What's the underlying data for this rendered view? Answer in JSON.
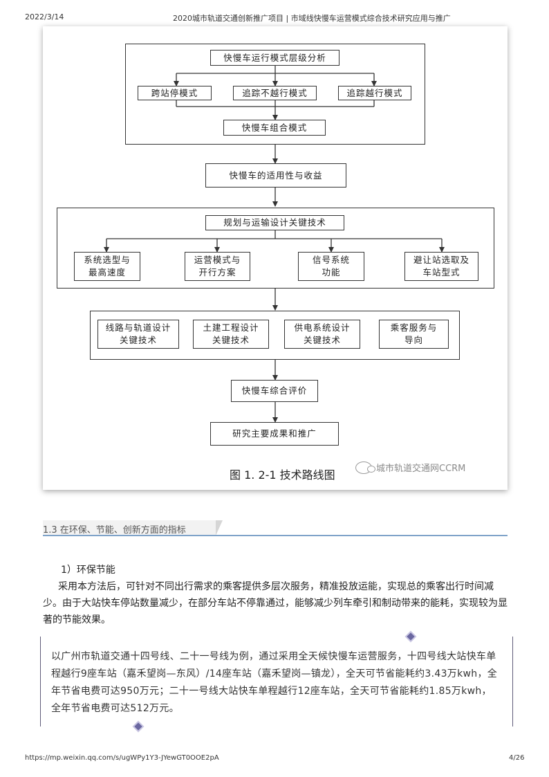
{
  "page_header": {
    "date": "2022/3/14",
    "title": "2020城市轨道交通创新推广项目 | 市域线快慢车运营模式综合技术研究应用与推广"
  },
  "page_footer": {
    "url": "https://mp.weixin.qq.com/s/ugWPy1Y3-JYewGT0OOE2pA",
    "page": "4/26"
  },
  "figure": {
    "nodes": {
      "hierarchy": "快慢车运行模式层级分析",
      "skip_stop": "跨站停模式",
      "track_no_overtake": "追踪不越行模式",
      "track_overtake": "追踪越行模式",
      "combined": "快慢车组合模式",
      "applicability": "快慢车的适用性与收益",
      "planning": "规划与运输设计关键技术",
      "vehicle": "系统选型与\n最高速度",
      "operation": "运营模式与\n开行方案",
      "signal": "信号系统\n功能",
      "siding": "避让站选取及\n车站型式",
      "line_track": "线路与轨道设计\n关键技术",
      "civil": "土建工程设计\n关键技术",
      "power": "供电系统设计\n关键技术",
      "passenger": "乘客服务与\n导向",
      "evaluation": "快慢车综合评价",
      "results": "研究主要成果和推广"
    },
    "caption": "图 1. 2-1  技术路线图",
    "watermark": "城市轨道交通网CCRM"
  },
  "section": {
    "heading": "1.3 在环保、节能、创新方面的指标",
    "sub_heading": "1）环保节能",
    "paragraph": "采用本方法后，可针对不同出行需求的乘客提供多层次服务，精准投放运能，实现总的乘客出行时间减少。由于大站快车停站数量减少，在部分车站不停靠通过，能够减少列车牵引和制动带来的能耗，实现较为显著的节能效果。",
    "quote": "以广州市轨道交通十四号线、二十一号线为例，通过采用全天候快慢车运营服务，十四号线大站快车单程越行9座车站（嘉禾望岗—东风）/14座车站（嘉禾望岗—镇龙），全天可节省能耗约3.43万kwh，全年节省电费可达950万元；二十一号线大站快车单程越行12座车站，全天可节省能耗约1.85万kwh，全年节省电费可达512万元。"
  }
}
